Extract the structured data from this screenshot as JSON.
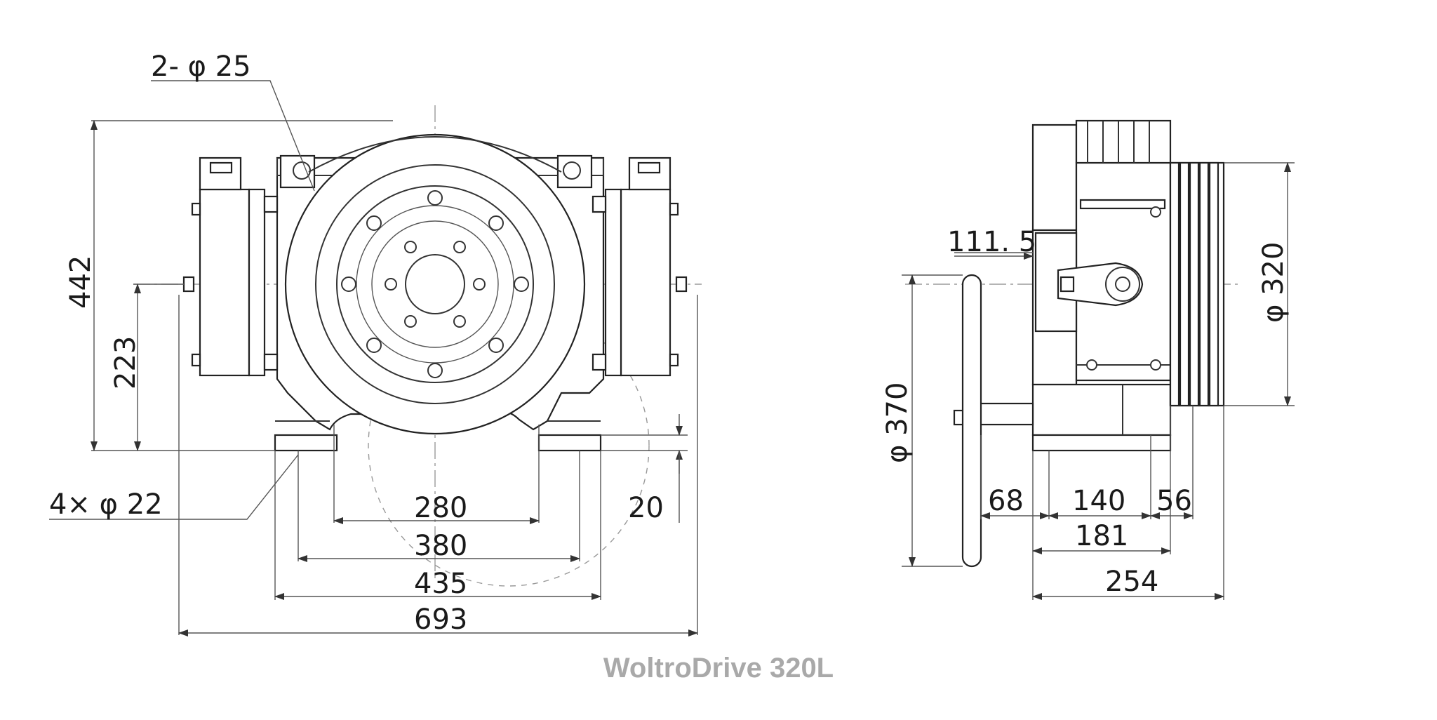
{
  "caption": "WoltroDrive 320L",
  "front_view": {
    "mount_holes_label": "2- φ 25",
    "foot_holes_label": "4× φ 22",
    "height_total": "442",
    "height_center": "223",
    "dim_280": "280",
    "dim_380": "380",
    "dim_435": "435",
    "dim_693": "693",
    "dim_20": "20"
  },
  "side_view": {
    "dim_111_5": "111. 5",
    "dia_sheave": "φ 320",
    "dia_handwheel": "φ 370",
    "dim_68": "68",
    "dim_140": "140",
    "dim_56": "56",
    "dim_181": "181",
    "dim_254": "254"
  }
}
